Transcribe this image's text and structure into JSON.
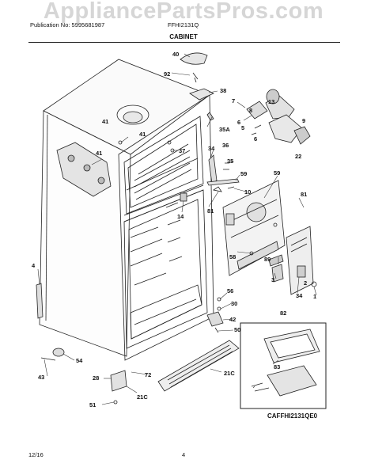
{
  "watermark": "AppliancePartsPros.com",
  "header": {
    "publication": "Publication No: 5995681987",
    "model": "FFHI2131Q"
  },
  "section_title": "CABINET",
  "diagram_ref": "CAFFHI2131QE0",
  "footer": {
    "date": "12/16",
    "page": "4"
  },
  "callouts": [
    "40",
    "92",
    "38",
    "7",
    "6",
    "8",
    "13",
    "5",
    "6",
    "9",
    "22",
    "41",
    "41",
    "41",
    "37",
    "35A",
    "34",
    "36",
    "35",
    "59",
    "10",
    "81",
    "14",
    "59",
    "81",
    "58",
    "89",
    "4",
    "3",
    "2",
    "1",
    "34",
    "56",
    "30",
    "42",
    "50",
    "82",
    "54",
    "83",
    "43",
    "28",
    "21C",
    "72",
    "21C",
    "51"
  ]
}
